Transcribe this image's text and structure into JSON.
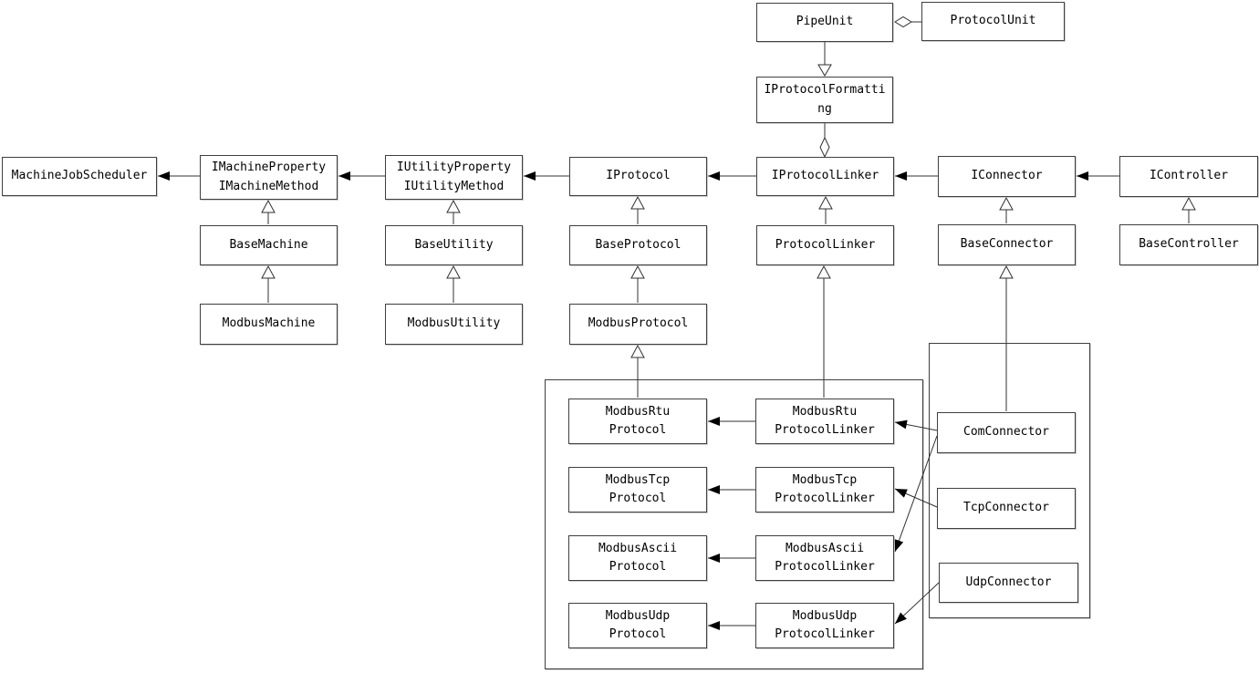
{
  "nodes": {
    "pipe_unit": {
      "label": "PipeUnit"
    },
    "protocol_unit": {
      "label": "ProtocolUnit"
    },
    "iprotocol_formatting": {
      "line1": "IProtocolFormatti",
      "line2": "ng"
    },
    "machine_job_scheduler": {
      "label": "MachineJobScheduler"
    },
    "imachine": {
      "line1": "IMachineProperty",
      "line2": "IMachineMethod"
    },
    "iutility": {
      "line1": "IUtilityProperty",
      "line2": "IUtilityMethod"
    },
    "iprotocol": {
      "label": "IProtocol"
    },
    "iprotocol_linker": {
      "label": "IProtocolLinker"
    },
    "iconnector": {
      "label": "IConnector"
    },
    "icontroller": {
      "label": "IController"
    },
    "base_machine": {
      "label": "BaseMachine"
    },
    "base_utility": {
      "label": "BaseUtility"
    },
    "base_protocol": {
      "label": "BaseProtocol"
    },
    "protocol_linker": {
      "label": "ProtocolLinker"
    },
    "base_connector": {
      "label": "BaseConnector"
    },
    "base_controller": {
      "label": "BaseController"
    },
    "modbus_machine": {
      "label": "ModbusMachine"
    },
    "modbus_utility": {
      "label": "ModbusUtility"
    },
    "modbus_protocol": {
      "label": "ModbusProtocol"
    },
    "modbus_rtu_protocol": {
      "line1": "ModbusRtu",
      "line2": "Protocol"
    },
    "modbus_rtu_linker": {
      "line1": "ModbusRtu",
      "line2": "ProtocolLinker"
    },
    "modbus_tcp_protocol": {
      "line1": "ModbusTcp",
      "line2": "Protocol"
    },
    "modbus_tcp_linker": {
      "line1": "ModbusTcp",
      "line2": "ProtocolLinker"
    },
    "modbus_ascii_protocol": {
      "line1": "ModbusAscii",
      "line2": "Protocol"
    },
    "modbus_ascii_linker": {
      "line1": "ModbusAscii",
      "line2": "ProtocolLinker"
    },
    "modbus_udp_protocol": {
      "line1": "ModbusUdp",
      "line2": "Protocol"
    },
    "modbus_udp_linker": {
      "line1": "ModbusUdp",
      "line2": "ProtocolLinker"
    },
    "com_connector": {
      "label": "ComConnector"
    },
    "tcp_connector": {
      "label": "TcpConnector"
    },
    "udp_connector": {
      "label": "UdpConnector"
    }
  },
  "edges": [
    {
      "from": "protocol_unit",
      "to": "pipe_unit",
      "type": "aggregation"
    },
    {
      "from": "pipe_unit",
      "to": "iprotocol_formatting",
      "type": "generalization"
    },
    {
      "from": "iprotocol_linker",
      "to": "iprotocol_formatting",
      "type": "aggregation"
    },
    {
      "from": "imachine",
      "to": "machine_job_scheduler",
      "type": "association"
    },
    {
      "from": "iutility",
      "to": "imachine",
      "type": "association"
    },
    {
      "from": "iprotocol",
      "to": "iutility",
      "type": "association"
    },
    {
      "from": "iprotocol_linker",
      "to": "iprotocol",
      "type": "association"
    },
    {
      "from": "iconnector",
      "to": "iprotocol_linker",
      "type": "association"
    },
    {
      "from": "icontroller",
      "to": "iconnector",
      "type": "association"
    },
    {
      "from": "base_machine",
      "to": "imachine",
      "type": "generalization"
    },
    {
      "from": "base_utility",
      "to": "iutility",
      "type": "generalization"
    },
    {
      "from": "base_protocol",
      "to": "iprotocol",
      "type": "generalization"
    },
    {
      "from": "protocol_linker",
      "to": "iprotocol_linker",
      "type": "generalization"
    },
    {
      "from": "base_connector",
      "to": "iconnector",
      "type": "generalization"
    },
    {
      "from": "base_controller",
      "to": "icontroller",
      "type": "generalization"
    },
    {
      "from": "modbus_machine",
      "to": "base_machine",
      "type": "generalization"
    },
    {
      "from": "modbus_utility",
      "to": "base_utility",
      "type": "generalization"
    },
    {
      "from": "modbus_protocol",
      "to": "base_protocol",
      "type": "generalization"
    },
    {
      "from": "modbus_rtu_protocol",
      "to": "modbus_protocol",
      "type": "generalization"
    },
    {
      "from": "modbus_rtu_linker",
      "to": "protocol_linker",
      "type": "generalization"
    },
    {
      "from": "com_connector",
      "to": "base_connector",
      "type": "generalization"
    },
    {
      "from": "modbus_rtu_linker",
      "to": "modbus_rtu_protocol",
      "type": "association"
    },
    {
      "from": "modbus_tcp_linker",
      "to": "modbus_tcp_protocol",
      "type": "association"
    },
    {
      "from": "modbus_ascii_linker",
      "to": "modbus_ascii_protocol",
      "type": "association"
    },
    {
      "from": "modbus_udp_linker",
      "to": "modbus_udp_protocol",
      "type": "association"
    },
    {
      "from": "com_connector",
      "to": "modbus_rtu_linker",
      "type": "association"
    },
    {
      "from": "com_connector",
      "to": "modbus_ascii_linker",
      "type": "association"
    },
    {
      "from": "tcp_connector",
      "to": "modbus_tcp_linker",
      "type": "association"
    },
    {
      "from": "udp_connector",
      "to": "modbus_udp_linker",
      "type": "association"
    }
  ],
  "colors": {
    "background": "#ffffff",
    "line": "#303030",
    "box_border": "#3f3f3f",
    "text": "#000000"
  }
}
